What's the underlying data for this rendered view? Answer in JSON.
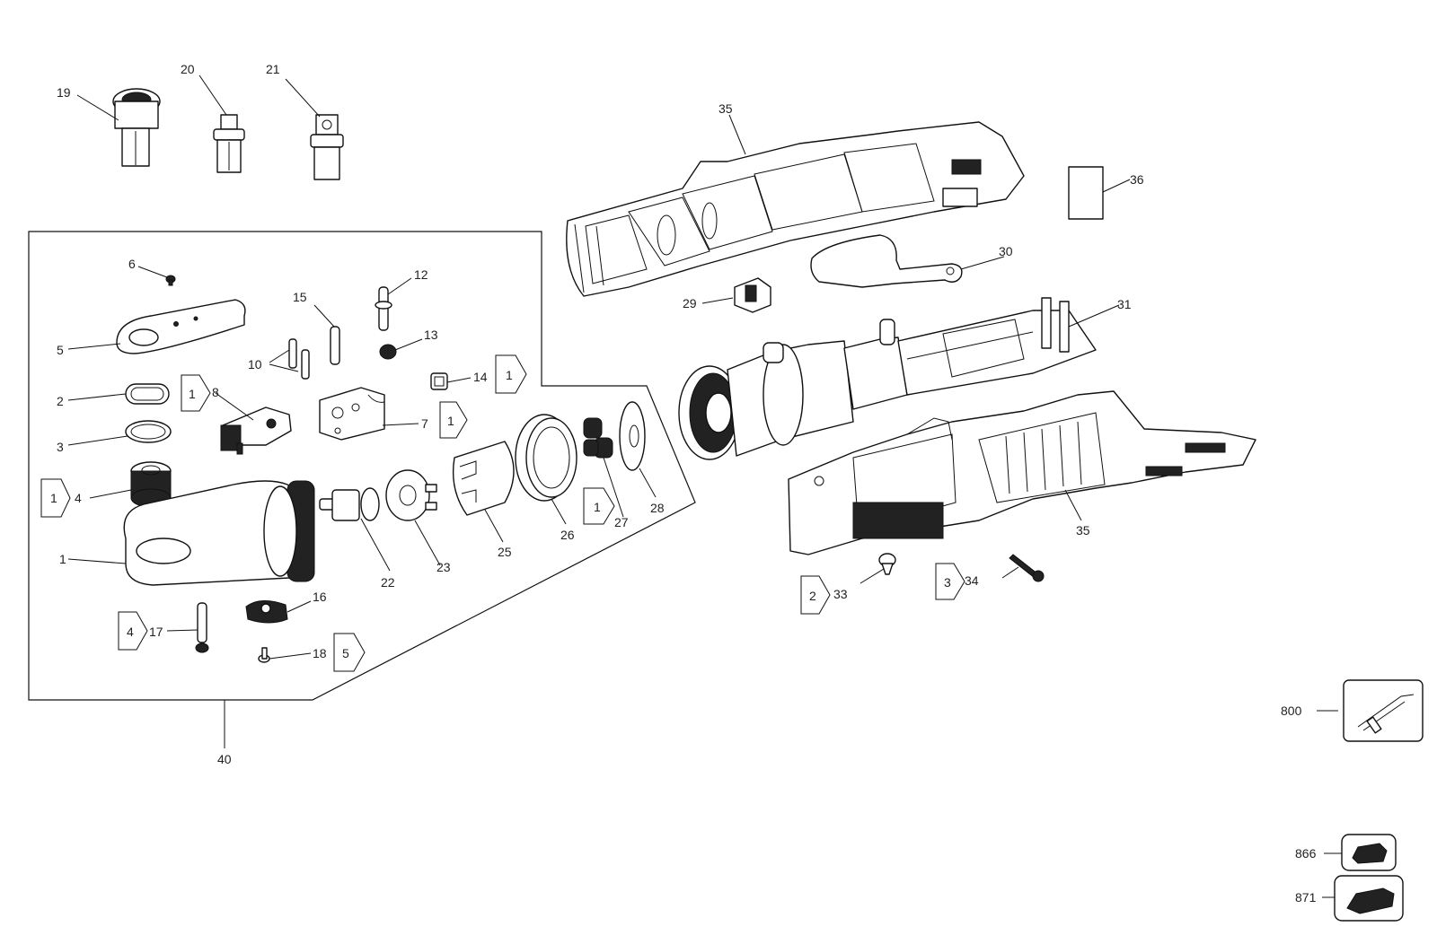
{
  "callouts": {
    "c1": "1",
    "c2": "2",
    "c3": "3",
    "c4": "4",
    "c5": "5",
    "c6": "6",
    "c7": "7",
    "c8": "8",
    "c10": "10",
    "c12": "12",
    "c13": "13",
    "c14": "14",
    "c15": "15",
    "c16": "16",
    "c17": "17",
    "c18": "18",
    "c19": "19",
    "c20": "20",
    "c21": "21",
    "c22": "22",
    "c23": "23",
    "c25": "25",
    "c26": "26",
    "c27": "27",
    "c28": "28",
    "c29": "29",
    "c30": "30",
    "c31": "31",
    "c33": "33",
    "c34": "34",
    "c35a": "35",
    "c35b": "35",
    "c36": "36",
    "c40": "40",
    "c800": "800",
    "c866": "866",
    "c871": "871"
  },
  "quantity_tags": {
    "q_4": "1",
    "q_8": "1",
    "q_14": "1",
    "q_7": "1",
    "q_27": "1",
    "q_17": "4",
    "q_18": "5",
    "q_33": "2",
    "q_34": "3"
  }
}
